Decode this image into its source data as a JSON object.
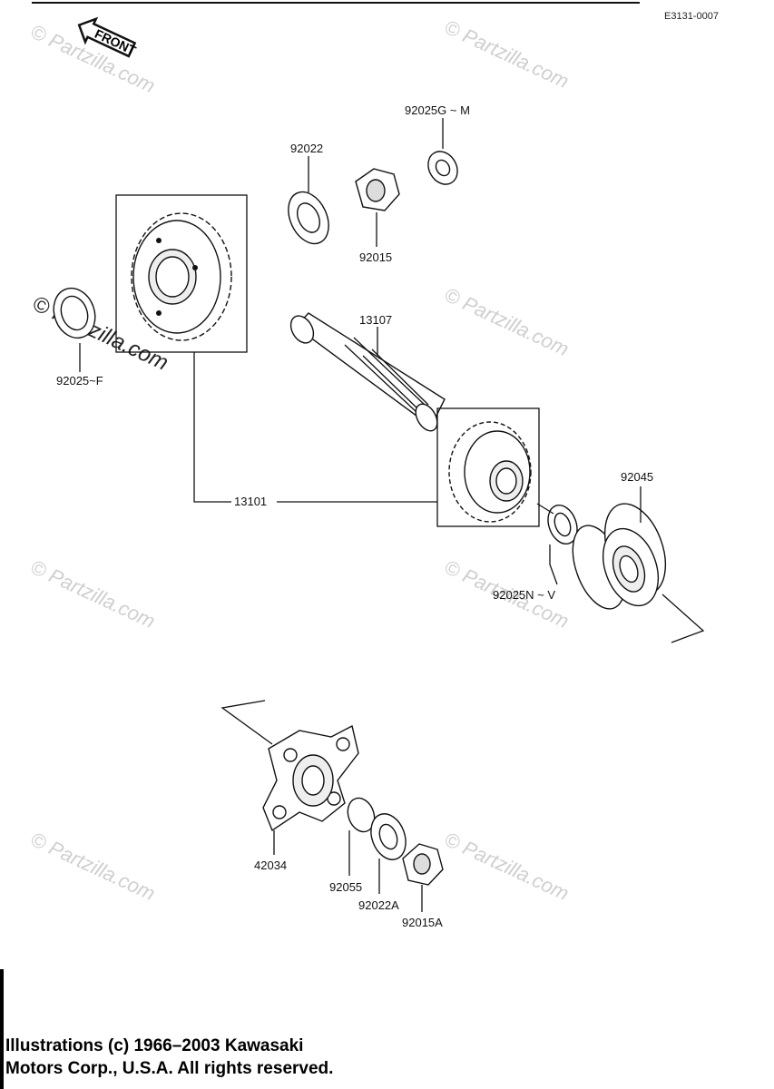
{
  "reference_code": "E3131-0007",
  "front_label": "FRONT",
  "watermark_text": "Partzilla.com",
  "watermark_symbol": "©",
  "parts": {
    "p92025G_M": "92025G ~ M",
    "p92022": "92022",
    "p92015": "92015",
    "p13107": "13107",
    "p92025F": "92025~F",
    "p13101": "13101",
    "p92045": "92045",
    "p92025N_V": "92025N ~ V",
    "p42034": "42034",
    "p92055": "92055",
    "p92022A": "92022A",
    "p92015A": "92015A"
  },
  "copyright": {
    "line1": "Illustrations (c) 1966–2003 Kawasaki",
    "line2": "Motors Corp., U.S.A.  All rights reserved."
  }
}
